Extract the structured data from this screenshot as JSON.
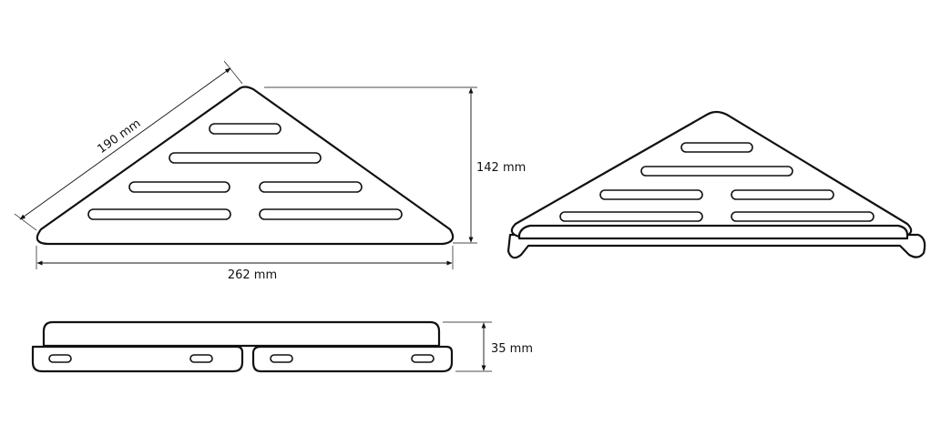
{
  "dimensions": {
    "side": "190 mm",
    "height": "142 mm",
    "width": "262 mm",
    "depth": "35 mm"
  },
  "colors": {
    "line": "#111111",
    "background": "#ffffff"
  }
}
